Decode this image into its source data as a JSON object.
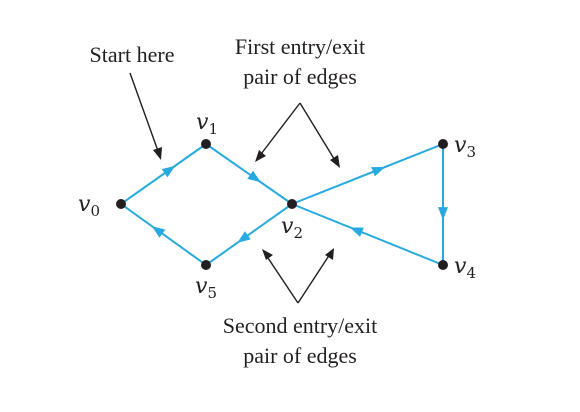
{
  "annotations": {
    "start": "Start here",
    "first_pair_line1": "First entry/exit",
    "first_pair_line2": "pair of edges",
    "second_pair_line1": "Second entry/exit",
    "second_pair_line2": "pair of edges"
  },
  "vertices": [
    {
      "id": "v0",
      "letter": "v",
      "sub": "0"
    },
    {
      "id": "v1",
      "letter": "v",
      "sub": "1"
    },
    {
      "id": "v2",
      "letter": "v",
      "sub": "2"
    },
    {
      "id": "v3",
      "letter": "v",
      "sub": "3"
    },
    {
      "id": "v4",
      "letter": "v",
      "sub": "4"
    },
    {
      "id": "v5",
      "letter": "v",
      "sub": "5"
    }
  ],
  "edges": [
    {
      "from": "v0",
      "to": "v1"
    },
    {
      "from": "v1",
      "to": "v2"
    },
    {
      "from": "v2",
      "to": "v3"
    },
    {
      "from": "v3",
      "to": "v4"
    },
    {
      "from": "v4",
      "to": "v2"
    },
    {
      "from": "v2",
      "to": "v5"
    },
    {
      "from": "v5",
      "to": "v0"
    }
  ],
  "colors": {
    "edge": "#27aae1",
    "vertex": "#231f20",
    "text": "#231f20"
  }
}
